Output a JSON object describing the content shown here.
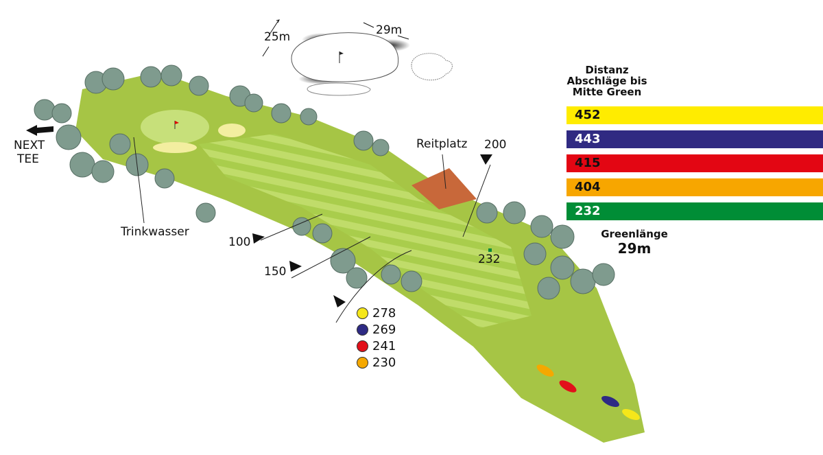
{
  "green_detail": {
    "width_label": "25m",
    "length_label": "29m"
  },
  "labels": {
    "next_tee": [
      "NEXT",
      "TEE"
    ],
    "trinkwasser": "Trinkwasser",
    "reitplatz": "Reitplatz",
    "marker_100": "100",
    "marker_150": "150",
    "marker_200": "200",
    "marker_232": "232"
  },
  "legend": [
    {
      "value": "278",
      "color": "#f5e71a"
    },
    {
      "value": "269",
      "color": "#2e2a84"
    },
    {
      "value": "241",
      "color": "#e2101a"
    },
    {
      "value": "230",
      "color": "#f5a800"
    }
  ],
  "panel": {
    "title": [
      "Distanz",
      "Abschläge bis",
      "Mitte Green"
    ],
    "bars": [
      {
        "value": "452",
        "color": "#ffec00",
        "text_color": "#111"
      },
      {
        "value": "443",
        "color": "#302a82",
        "text_color": "#fff"
      },
      {
        "value": "415",
        "color": "#e30613",
        "text_color": "#111"
      },
      {
        "value": "404",
        "color": "#f7a600",
        "text_color": "#111"
      },
      {
        "value": "232",
        "color": "#008d36",
        "text_color": "#fff"
      }
    ],
    "green_length_label": "Greenlänge",
    "green_length_value": "29m"
  }
}
